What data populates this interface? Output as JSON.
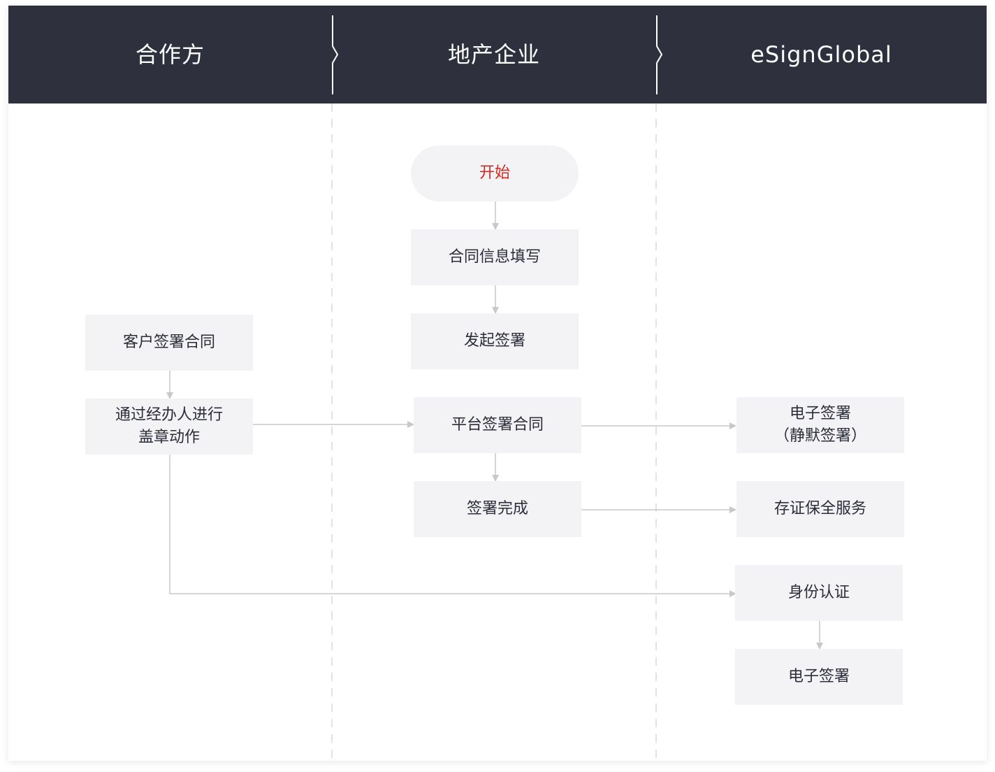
{
  "lanes": {
    "partner": "合作方",
    "enterprise": "地产企业",
    "esign": "eSignGlobal"
  },
  "nodes": {
    "start": "开始",
    "contract_info": "合同信息填写",
    "initiate_sign": "发起签署",
    "platform_sign": "平台签署合同",
    "sign_complete": "签署完成",
    "customer_sign": "客户签署合同",
    "agent_seal": "通过经办人进行\n盖章动作",
    "esign_silent": "电子签署\n（静默签署）",
    "evidence_service": "存证保全服务",
    "identity_auth": "身份认证",
    "esign": "电子签署"
  },
  "colors": {
    "header_bg": "#2e313d",
    "node_bg": "#f3f3f6",
    "start_text": "#d9261c",
    "connector": "#c8c8cc"
  }
}
